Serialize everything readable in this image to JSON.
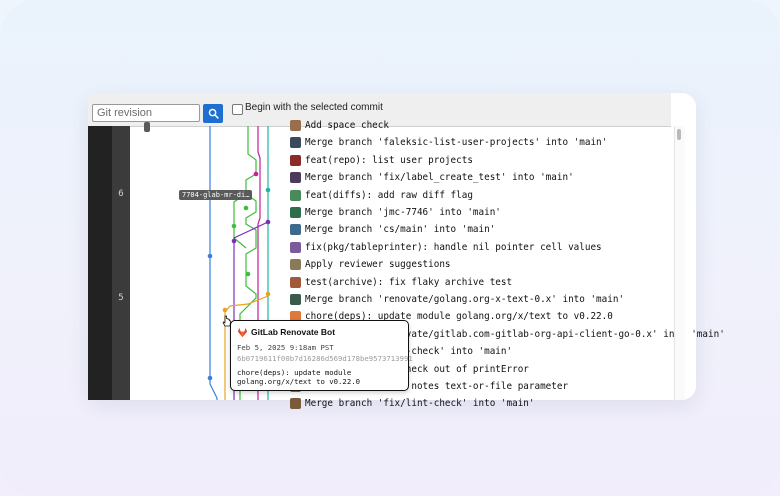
{
  "toolbar": {
    "revision_placeholder": "Git revision",
    "search_icon": "search-icon",
    "checkbox_label": "Begin with the selected commit"
  },
  "gutter": {
    "line_numbers": [
      "6",
      "5"
    ]
  },
  "tags": [
    "7704-glab-mr-di…"
  ],
  "commits": [
    {
      "message": "Add space check"
    },
    {
      "message": "Merge branch 'faleksic-list-user-projects' into 'main'"
    },
    {
      "message": "feat(repo): list user projects"
    },
    {
      "message": "Merge branch 'fix/label_create_test' into 'main'"
    },
    {
      "message": "feat(diffs): add raw diff flag"
    },
    {
      "message": "Merge branch 'jmc-7746' into 'main'"
    },
    {
      "message": "Merge branch 'cs/main' into 'main'"
    },
    {
      "message": "fix(pkg/tableprinter): handle nil pointer cell values"
    },
    {
      "message": "Apply reviewer suggestions"
    },
    {
      "message": "test(archive): fix flaky archive test"
    },
    {
      "message": "Merge branch 'renovate/golang.org-x-text-0.x' into 'main'"
    },
    {
      "message": "chore(deps): update module golang.org/x/text to v0.22.0"
    },
    {
      "message": "Merge branch 'renovate/gitlab.com-gitlab-org-api-client-go-0.x' into 'main'"
    },
    {
      "message": "Merge branch 'lint-check' into 'main'"
    },
    {
      "message": "fix: SilentError check out of printError"
    },
    {
      "message": "feat: experimental notes text-or-file parameter"
    },
    {
      "message": "Merge branch 'fix/lint-check' into 'main'"
    }
  ],
  "tooltip": {
    "author": "GitLab Renovate Bot",
    "date": "Feb 5, 2025 9:18am PST",
    "hash": "6b0719611f00b7d16286d569d178be9573713991",
    "message_line1": "chore(deps): update module",
    "message_line2": "golang.org/x/text to v0.22.0"
  },
  "colors": {
    "blue_lane": "#3b7fdb",
    "green_lane": "#3dbf3a",
    "purple_lane": "#7b2fbe",
    "magenta_lane": "#c91d9a",
    "teal_lane": "#1fb3a0",
    "orange_lane": "#e8a321"
  }
}
